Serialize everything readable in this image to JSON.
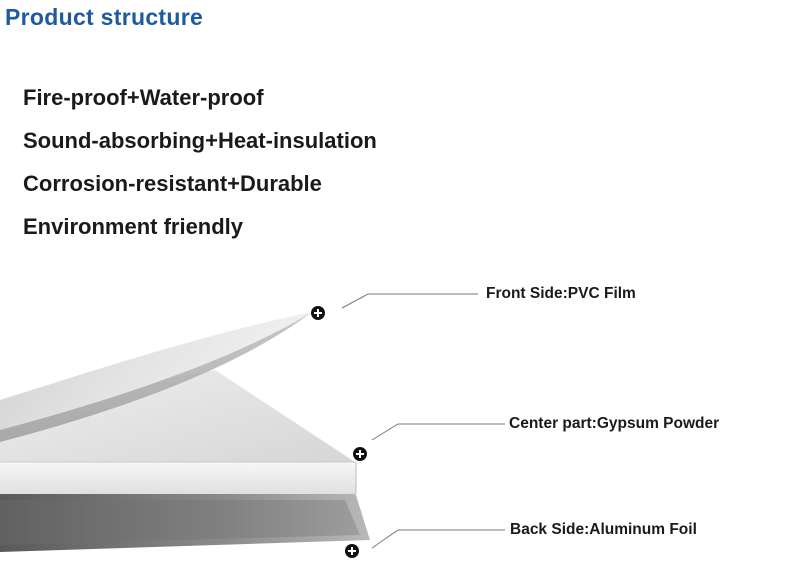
{
  "title": "Product structure",
  "features": [
    "Fire-proof+Water-proof",
    "Sound-absorbing+Heat-insulation",
    "Corrosion-resistant+Durable",
    "Environment friendly"
  ],
  "callouts": {
    "front": "Front Side:PVC Film",
    "center": "Center part:Gypsum Powder",
    "back": "Back Side:Aluminum Foil"
  },
  "colors": {
    "title": "#1e5a9e",
    "marker": "#111111"
  }
}
